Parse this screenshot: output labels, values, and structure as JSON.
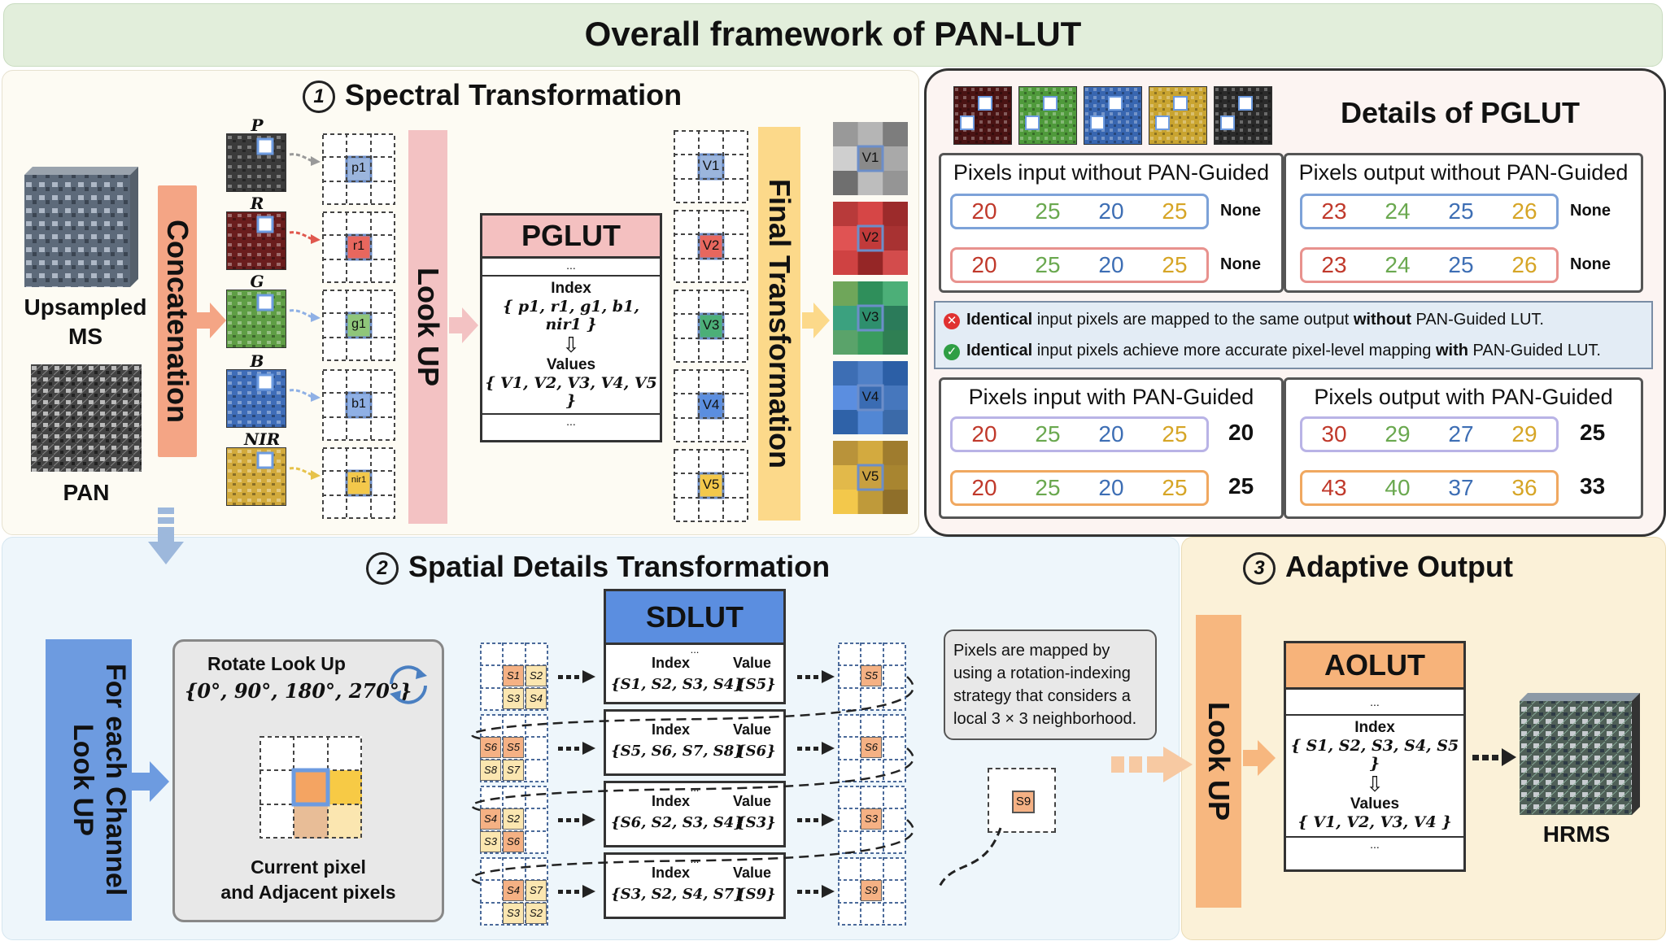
{
  "header": {
    "title": "Overall framework of PAN-LUT"
  },
  "section1": {
    "num": "1",
    "title": "Spectral Transformation",
    "upsampled_label": "Upsampled\nMS",
    "pan_label": "PAN",
    "concat_label": "Concatenation",
    "lookup_label": "Look UP",
    "final_label": "Final Transformation",
    "band_labels": [
      "P",
      "R",
      "G",
      "B",
      "NIR"
    ],
    "pixel_labels": [
      "p1",
      "r1",
      "g1",
      "b1",
      "nir1"
    ],
    "value_labels": [
      "V1",
      "V2",
      "V3",
      "V4",
      "V5"
    ],
    "pglut": {
      "title": "PGLUT",
      "dots": "...",
      "index_label": "Index",
      "index_expr": "{ p1, r1, g1, b1, nir1 }",
      "values_label": "Values",
      "values_expr": "{ V1, V2, V3, V4, V5 }"
    }
  },
  "details": {
    "title": "Details of PGLUT",
    "in_without": "Pixels input without PAN-Guided",
    "out_without": "Pixels output without PAN-Guided",
    "in_with": "Pixels input with PAN-Guided",
    "out_with": "Pixels output with PAN-Guided",
    "in_rows_without": [
      [
        "20",
        "25",
        "20",
        "25"
      ],
      [
        "20",
        "25",
        "20",
        "25"
      ]
    ],
    "in_tags_without": [
      "None",
      "None"
    ],
    "out_rows_without": [
      [
        "23",
        "24",
        "25",
        "26"
      ],
      [
        "23",
        "24",
        "25",
        "26"
      ]
    ],
    "out_tags_without": [
      "None",
      "None"
    ],
    "in_rows_with": [
      [
        "20",
        "25",
        "20",
        "25"
      ],
      [
        "20",
        "25",
        "20",
        "25"
      ]
    ],
    "in_tags_with": [
      "20",
      "25"
    ],
    "out_rows_with": [
      [
        "30",
        "29",
        "27",
        "29"
      ],
      [
        "43",
        "40",
        "37",
        "36"
      ]
    ],
    "out_tags_with": [
      "25",
      "33"
    ],
    "note1_bold": "Identical",
    "note1_mid": " input pixels are mapped to the same output ",
    "note1_bold2": "without",
    "note1_end": " PAN-Guided LUT.",
    "note2_bold": "Identical",
    "note2_mid": " input pixels achieve more accurate pixel-level mapping ",
    "note2_bold2": "with",
    "note2_end": " PAN-Guided LUT.",
    "colors": [
      "#c0392b",
      "#6aa84f",
      "#3d6eb4",
      "#d6a526"
    ]
  },
  "section2": {
    "num": "2",
    "title": "Spatial Details Transformation",
    "channel_label": "For each Channel\nLook UP",
    "rotate_title": "Rotate Look Up",
    "rotate_angles": "{0°, 90°, 180°, 270°}",
    "current_label": "Current pixel\nand Adjacent pixels",
    "sdlut_title": "SDLUT",
    "rows": [
      {
        "index": "{S1, S2, S3, S4}",
        "value": "{S5}",
        "out": "S5",
        "cells": [
          "S1",
          "S2",
          "S3",
          "S4"
        ]
      },
      {
        "index": "{S5, S6, S7, S8}",
        "value": "{S6}",
        "out": "S6",
        "cells": [
          "S6",
          "S5",
          "S8",
          "S7"
        ]
      },
      {
        "index": "{S6, S2, S3, S4}",
        "value": "{S3}",
        "out": "S3",
        "cells": [
          "S4",
          "S2",
          "S3",
          "S6"
        ]
      },
      {
        "index": "{S3, S2, S4, S7}",
        "value": "{S9}",
        "out": "S9",
        "cells": [
          "S4",
          "S7",
          "S3",
          "S2"
        ]
      }
    ],
    "index_label": "Index",
    "value_label": "Value",
    "dots": "...",
    "final_cell": "S9",
    "callout": "Pixels are mapped by using a rotation-indexing strategy that considers a local 3 × 3 neighborhood."
  },
  "section3": {
    "num": "3",
    "title": "Adaptive Output",
    "lookup_label": "Look UP",
    "aolut_title": "AOLUT",
    "index_label": "Index",
    "index_expr": "{ S1, S2, S3, S4, S5 }",
    "values_label": "Values",
    "values_expr": "{ V1, V2, V3, V4 }",
    "dots": "...",
    "output_label": "HRMS"
  }
}
